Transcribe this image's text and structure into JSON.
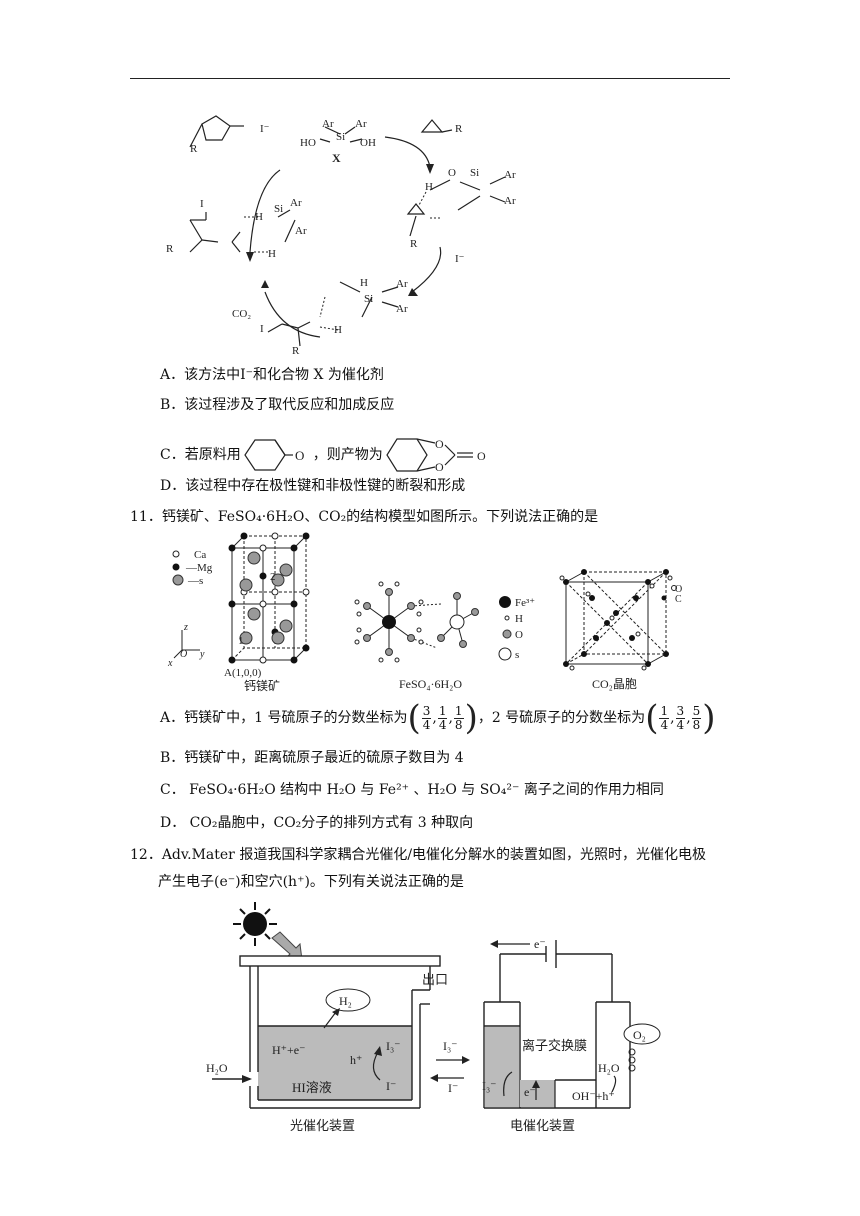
{
  "q10": {
    "diagram": {
      "x_label": "X",
      "ar": "Ar",
      "si": "Si",
      "ho": "HO",
      "oh": "OH",
      "r": "R",
      "iodide": "I⁻",
      "co2": "CO₂",
      "o": "O",
      "h": "H",
      "i": "I"
    },
    "options": {
      "A": "A．该方法中I⁻和化合物 X 为催化剂",
      "B": "B．该过程涉及了取代反应和加成反应",
      "C_pre": "C．若原料用",
      "C_mid": "，则产物为",
      "D": "D．该过程中存在极性键和非极性键的断裂和形成"
    }
  },
  "q11": {
    "stem": "11．钙镁矿、FeSO₄·6H₂O、CO₂的结构模型如图所示。下列说法正确的是",
    "legend1": {
      "ca": "Ca",
      "mg": "Mg",
      "s": "s"
    },
    "axis": {
      "z": "z",
      "o": "O",
      "y": "y",
      "x": "x"
    },
    "point_a": "A(1,0,0)",
    "label_1": "1",
    "label_2": "2",
    "caption1": "钙镁矿",
    "legend2": {
      "fe": "Fe³⁺",
      "h": "H",
      "o": "O",
      "s": "s"
    },
    "caption2": "FeSO₄·6H₂O",
    "legend3": {
      "o": "O",
      "c": "C"
    },
    "caption3": "CO₂晶胞",
    "options": {
      "A_pre": "A．钙镁矿中，1 号硫原子的分数坐标为",
      "A_mid": "，2 号硫原子的分数坐标为",
      "A_frac1": [
        [
          "3",
          "4"
        ],
        [
          "1",
          "4"
        ],
        [
          "1",
          "8"
        ]
      ],
      "A_frac2": [
        [
          "1",
          "4"
        ],
        [
          "3",
          "4"
        ],
        [
          "5",
          "8"
        ]
      ],
      "B": "B．钙镁矿中，距离硫原子最近的硫原子数目为 4",
      "C": "C． FeSO₄·6H₂O 结构中 H₂O 与 Fe²⁺ 、H₂O 与 SO₄²⁻ 离子之间的作用力相同",
      "D": "D． CO₂晶胞中，CO₂分子的排列方式有 3 种取向"
    }
  },
  "q12": {
    "stem1": "12．Adv.Mater 报道我国科学家耦合光催化/电催化分解水的装置如图，光照时，光催化电极",
    "stem2": "产生电子(e⁻)和空穴(h⁺)。下列有关说法正确的是",
    "diagram": {
      "outlet": "出口",
      "h2": "H₂",
      "h_e": "H⁺+e⁻",
      "h_plus": "h⁺",
      "i3": "I₃⁻",
      "i_minus": "I⁻",
      "solution": "HI溶液",
      "water": "H₂O",
      "caption_left": "光催化装置",
      "e_minus": "e⁻",
      "membrane": "离子交换膜",
      "o2": "O₂",
      "h2o": "H₂O",
      "oh_h": "OH⁻+h⁺",
      "caption_right": "电催化装置"
    }
  }
}
